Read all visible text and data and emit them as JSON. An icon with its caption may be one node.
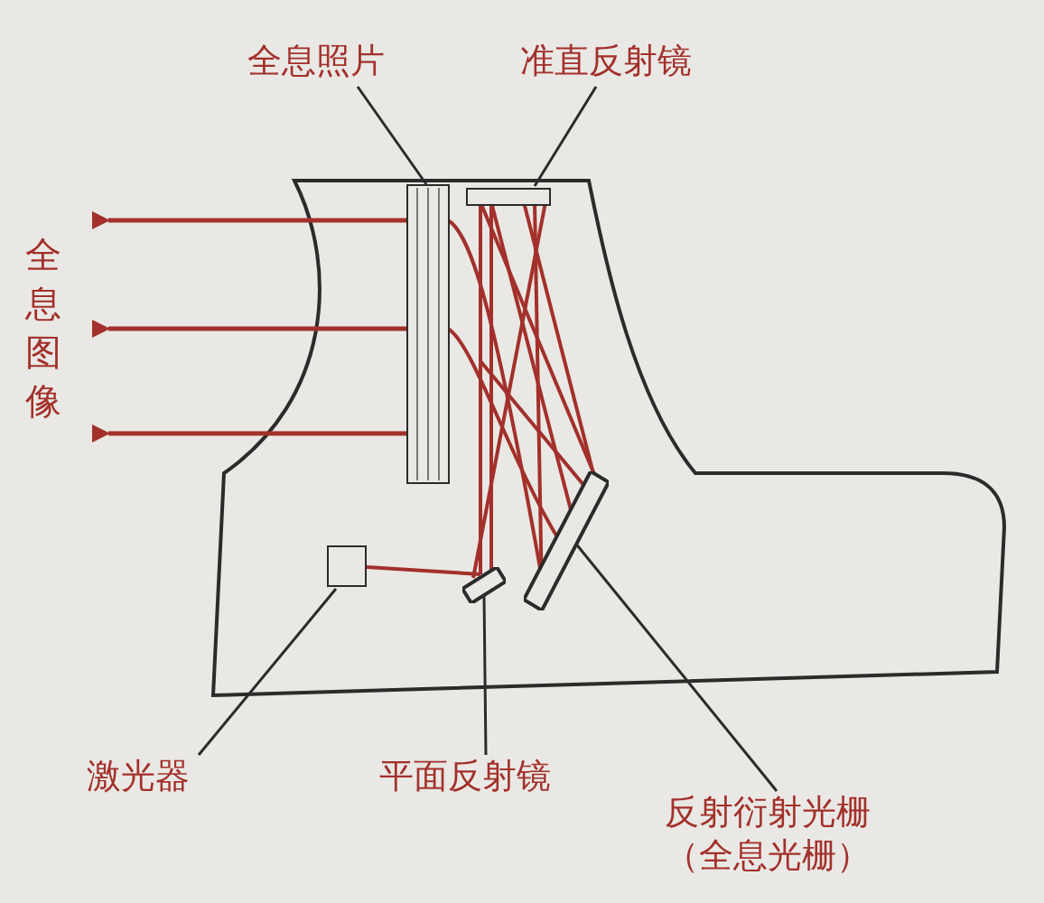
{
  "diagram": {
    "nodes": [
      {
        "text": [
          "全息照片"
        ]
      },
      {
        "text": [
          "准直反射镜"
        ]
      },
      {
        "text": [
          "激光器"
        ]
      },
      {
        "text": [
          "平面反射镜"
        ]
      },
      {
        "text": [
          "反射衍射光栅（全息光栅）"
        ]
      },
      {
        "text": [],
        "shape": "box"
      },
      {
        "text": [],
        "shape": "box"
      },
      {
        "text": [],
        "shape": "box"
      },
      {
        "text": [],
        "shape": "box"
      },
      {
        "text": [],
        "shape": "box"
      }
    ],
    "edges": [
      {
        "from": 0,
        "to": 5,
        "arrow": "none"
      },
      {
        "from": 1,
        "to": 6,
        "arrow": "none"
      },
      {
        "from": 2,
        "to": 7,
        "arrow": "none"
      },
      {
        "from": 3,
        "to": 8,
        "arrow": "none"
      },
      {
        "from": 4,
        "to": 9,
        "arrow": "none"
      }
    ],
    "labels": [
      "全息图像"
    ]
  }
}
